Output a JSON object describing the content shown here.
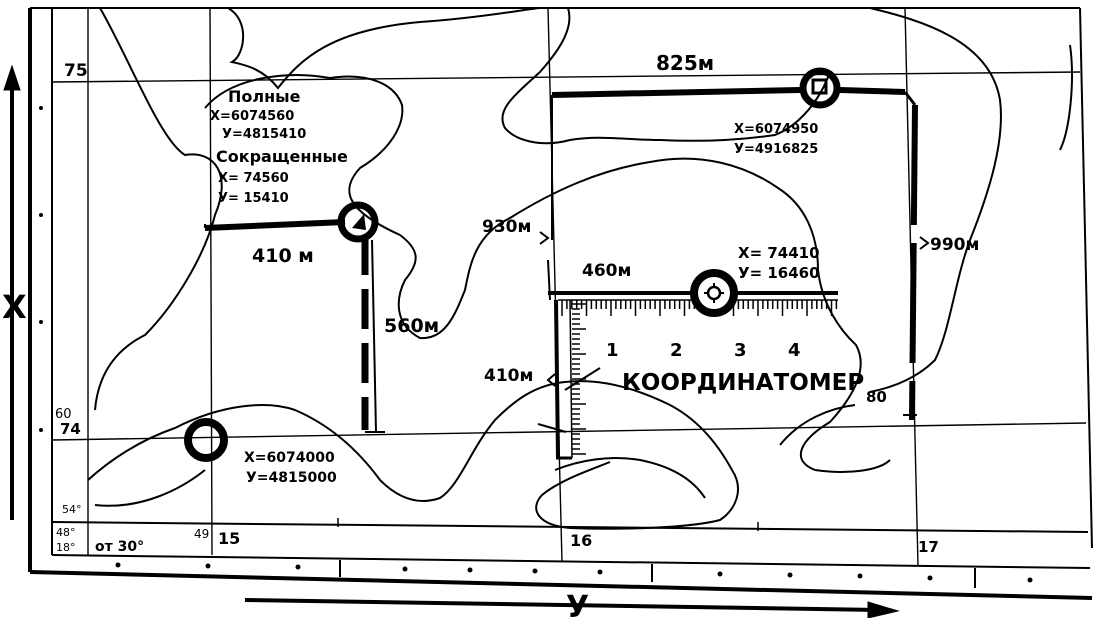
{
  "colors": {
    "ink": "#000000",
    "paper": "#ffffff"
  },
  "axes": {
    "x_label": "X",
    "y_label": "У"
  },
  "grid_labels": {
    "top_left_75": "75",
    "left_74": "74",
    "left_60_74": "60",
    "bottom_15": "15",
    "bottom_16": "16",
    "bottom_17": "17",
    "bottom_49": "49",
    "corner_54": "54°",
    "corner_48": "48°",
    "corner_18": "18°",
    "corner_ot30": "от 30°"
  },
  "points": {
    "full": {
      "title": "Полные",
      "x": "X=6074560",
      "y": "У=4815410"
    },
    "abbreviated": {
      "title": "Сокращенные",
      "x": "X= 74560",
      "y": "У= 15410"
    },
    "bottom_left": {
      "x": "X=6074000",
      "y": "У=4815000"
    },
    "top_right": {
      "x": "X=6074950",
      "y": "У=4916825"
    },
    "coordinatometer": {
      "x": "X= 74410",
      "y": "У= 16460"
    }
  },
  "distances": {
    "d825": "825м",
    "d410_top": "410 м",
    "d560": "560м",
    "d930": "930м",
    "d460": "460м",
    "d410_side": "410м",
    "d990": "990м"
  },
  "coordinatometer": {
    "label": "КООРДИНАТОМЕР",
    "scale_numbers": [
      "1",
      "2",
      "3",
      "4"
    ],
    "contour_label": "80"
  }
}
